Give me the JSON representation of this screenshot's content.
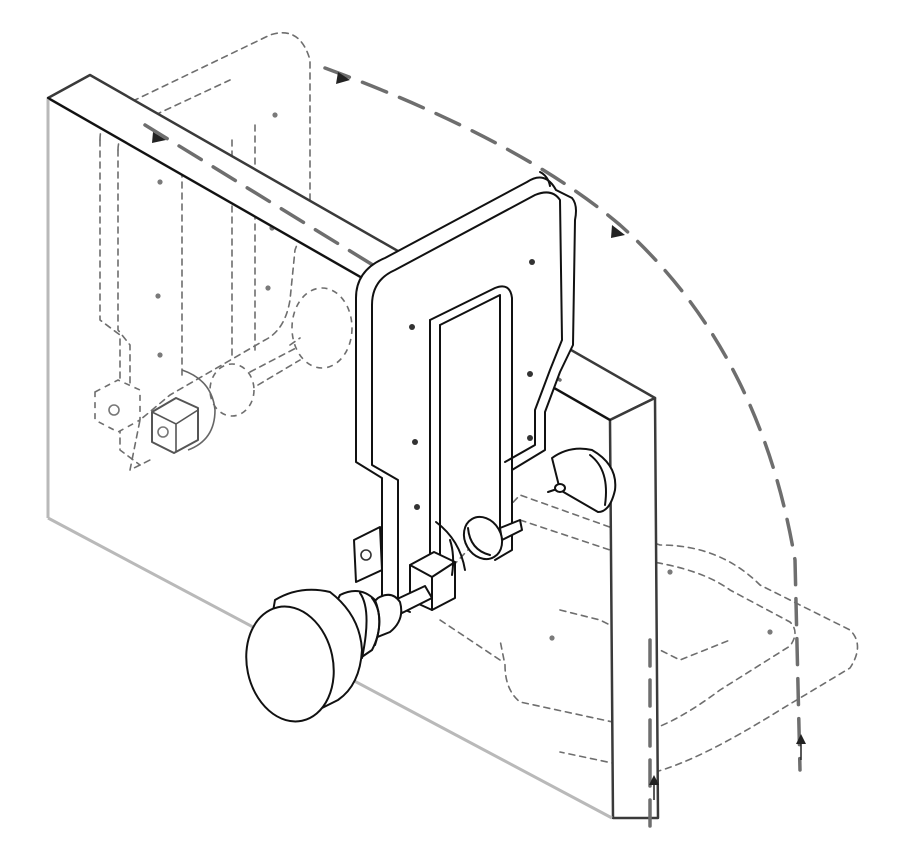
{
  "figure": {
    "kind": "technical-illustration",
    "subject": "",
    "colors": {
      "line": "#111111",
      "ghost_line": "#6e6e6e",
      "plate_edge": "#b9b9b9",
      "background": "#ffffff"
    },
    "parts": [
      "mounting-plate",
      "pivot-bracket",
      "control-knob",
      "guide-block",
      "rotation-path-arc",
      "ghost-bracket-rotated-back",
      "ghost-bracket-rotated-down"
    ]
  }
}
